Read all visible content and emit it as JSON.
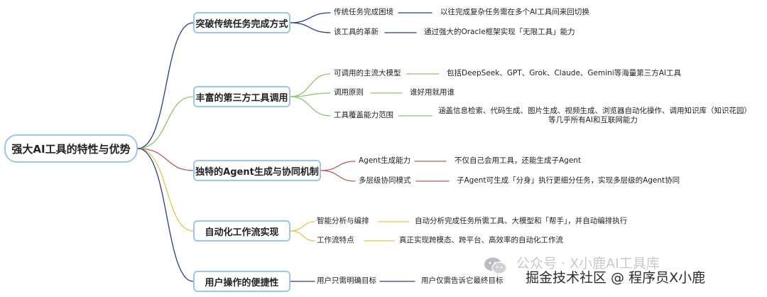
{
  "root": "强大AI工具的特性与优势",
  "colors": {
    "node_border": "#9cc6e8",
    "branch1": "#2b3a8f",
    "branch2": "#8ec56e",
    "branch3": "#b85a5f",
    "branch4": "#e8c34a",
    "branch5": "#2b3a8f"
  },
  "branches": [
    {
      "title": "突破传统任务完成方式",
      "items": [
        {
          "label": "传统任务完成困境",
          "detail": "以往完成复杂任务需在多个AI工具间来回切换"
        },
        {
          "label": "该工具的革新",
          "detail": "通过强大的Oracle框架实现「无限工具」能力"
        }
      ]
    },
    {
      "title": "丰富的第三方工具调用",
      "items": [
        {
          "label": "可调用的主流大模型",
          "detail": "包括DeepSeek、GPT、Grok、Claude、Gemini等海量第三方AI工具"
        },
        {
          "label": "调用原则",
          "detail": "谁好用就用谁"
        },
        {
          "label": "工具覆盖能力范围",
          "detail_lines": [
            "涵盖信息检索、代码生成、图片生成、视频生成、浏览器自动化操作、调用知识库（知识花园）",
            "等几乎所有AI和互联网能力"
          ]
        }
      ]
    },
    {
      "title": "独特的Agent生成与协同机制",
      "items": [
        {
          "label": "Agent生成能力",
          "detail": "不仅自己会用工具，还能生成子Agent"
        },
        {
          "label": "多层级协同模式",
          "detail": "子Agent可生成「分身」执行更细分任务，实现多层级的Agent协同"
        }
      ]
    },
    {
      "title": "自动化工作流实现",
      "items": [
        {
          "label": "智能分析与编排",
          "detail": "自动分析完成任务所需工具、大模型和「帮手」，并自动编排执行"
        },
        {
          "label": "工作流特点",
          "detail": "真正实现跨模态、跨平台、高效率的自动化工作流"
        }
      ]
    },
    {
      "title": "用户操作的便捷性",
      "items": [
        {
          "label": "用户只需明确目标",
          "detail": "用户仅需告诉它最终目标"
        }
      ]
    }
  ],
  "watermark": {
    "line1": "公众号 · X小鹿AI工具库",
    "line2": "掘金技术社区 @ 程序员X小鹿",
    "icon": "wechat-icon"
  }
}
